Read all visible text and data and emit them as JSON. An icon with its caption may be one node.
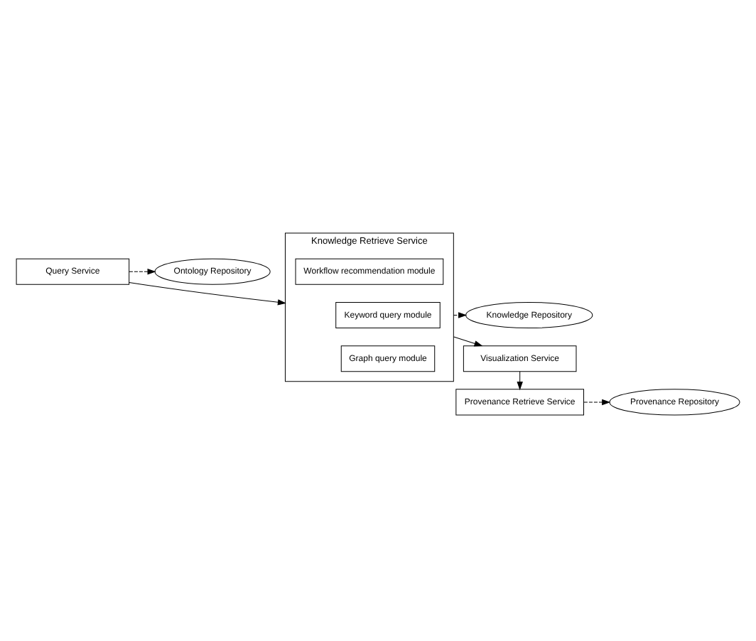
{
  "diagram": {
    "nodes": [
      {
        "text": [
          "Ontology Repository"
        ]
      },
      {
        "text": [
          "Query Service"
        ]
      },
      {
        "text": [
          "Knowledge Repository"
        ]
      },
      {
        "text": [
          "Knowledge Retrieve Service"
        ]
      },
      {
        "text": [
          "Keyword query module"
        ],
        "in": 3
      },
      {
        "text": [
          "Graph query module"
        ],
        "in": 3
      },
      {
        "text": [
          "Workflow recommendation module"
        ],
        "in": 3
      },
      {
        "text": [
          "Visualization Service"
        ]
      },
      {
        "text": [
          "Provenance Repository"
        ]
      },
      {
        "text": [
          "Provenance Retrieve Service"
        ]
      }
    ],
    "edges": [
      {
        "from": 1,
        "to": 0,
        "arrow": "to",
        "style": "dashed"
      },
      {
        "from": 1,
        "to": 3,
        "arrow": "to"
      },
      {
        "from": 3,
        "to": 2,
        "arrow": "to",
        "style": "dashed"
      },
      {
        "from": 3,
        "to": 7,
        "arrow": "to"
      },
      {
        "from": 7,
        "to": 9,
        "arrow": "to"
      },
      {
        "from": 9,
        "to": 8,
        "arrow": "to",
        "style": "dashed"
      }
    ]
  }
}
